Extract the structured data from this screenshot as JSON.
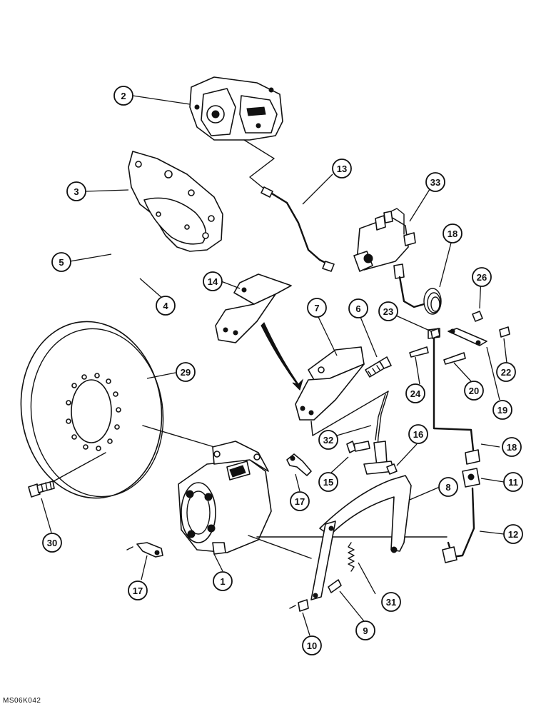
{
  "callouts": [
    {
      "id": "c1",
      "label": "1"
    },
    {
      "id": "c2",
      "label": "2"
    },
    {
      "id": "c3",
      "label": "3"
    },
    {
      "id": "c4",
      "label": "4"
    },
    {
      "id": "c5",
      "label": "5"
    },
    {
      "id": "c6",
      "label": "6"
    },
    {
      "id": "c7",
      "label": "7"
    },
    {
      "id": "c8",
      "label": "8"
    },
    {
      "id": "c9",
      "label": "9"
    },
    {
      "id": "c10",
      "label": "10"
    },
    {
      "id": "c11",
      "label": "11"
    },
    {
      "id": "c12",
      "label": "12"
    },
    {
      "id": "c13",
      "label": "13"
    },
    {
      "id": "c14",
      "label": "14"
    },
    {
      "id": "c15",
      "label": "15"
    },
    {
      "id": "c16",
      "label": "16"
    },
    {
      "id": "c17a",
      "label": "17"
    },
    {
      "id": "c17b",
      "label": "17"
    },
    {
      "id": "c18a",
      "label": "18"
    },
    {
      "id": "c18b",
      "label": "18"
    },
    {
      "id": "c19",
      "label": "19"
    },
    {
      "id": "c20",
      "label": "20"
    },
    {
      "id": "c22",
      "label": "22"
    },
    {
      "id": "c23",
      "label": "23"
    },
    {
      "id": "c24",
      "label": "24"
    },
    {
      "id": "c26",
      "label": "26"
    },
    {
      "id": "c29",
      "label": "29"
    },
    {
      "id": "c30",
      "label": "30"
    },
    {
      "id": "c31",
      "label": "31"
    },
    {
      "id": "c32",
      "label": "32"
    },
    {
      "id": "c33",
      "label": "33"
    }
  ],
  "figure_code": "MS06K042"
}
